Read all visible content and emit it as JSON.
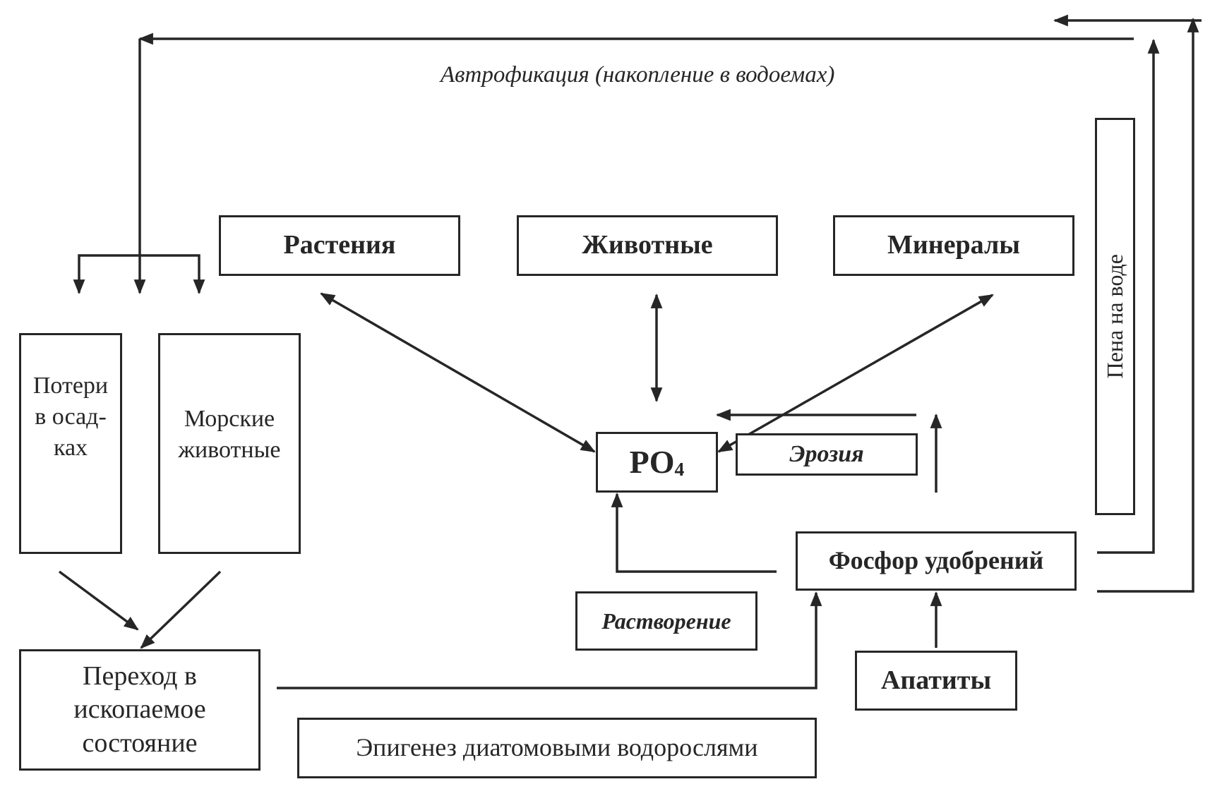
{
  "diagram": {
    "nodes": {
      "plants": "Растения",
      "animals": "Животные",
      "minerals": "Минералы",
      "losses": [
        "Потери",
        "в осад-",
        "ках"
      ],
      "marine_animals": [
        "Морские",
        "животные"
      ],
      "po4_main": "PO",
      "po4_sub": "4",
      "erosion": "Эрозия",
      "dissolution": "Растворение",
      "fertilizer_phosphorus": "Фосфор удобрений",
      "apatites": "Апатиты",
      "fossilization": [
        "Переход в",
        "ископаемое",
        "состояние"
      ],
      "epigenesis": "Эпигенез диатомовыми водорослями",
      "foam": "Пена на воде"
    },
    "labels": {
      "eutrophication": "Автрофикация (накопление в водоемах)"
    },
    "colors": {
      "ink": "#262626",
      "background": "#ffffff"
    }
  }
}
